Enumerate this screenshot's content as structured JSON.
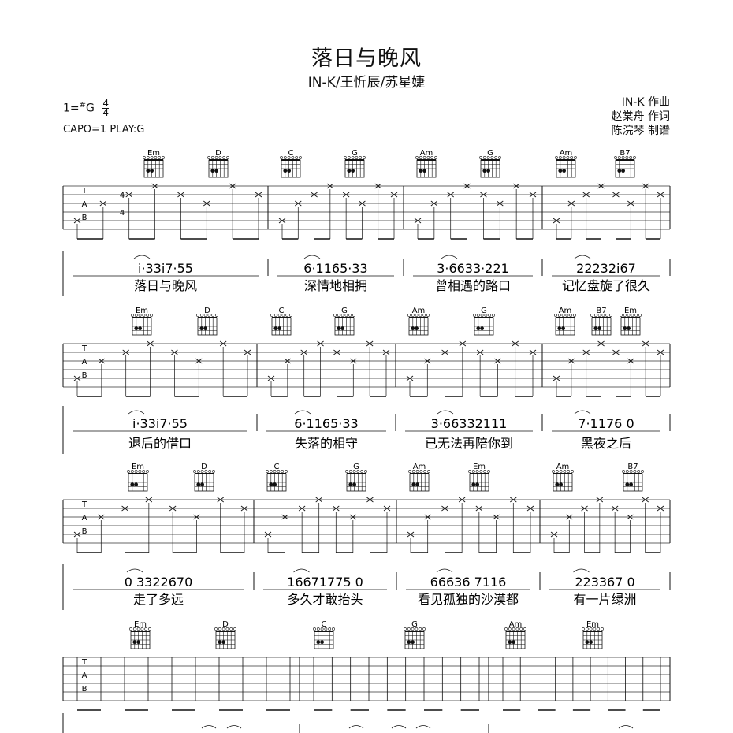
{
  "header": {
    "title": "落日与晚风",
    "artists": "IN-K/王忻辰/苏星婕",
    "key_prefix": "1=",
    "key_sharp": "#",
    "key_note": "G",
    "time_top": "4",
    "time_bottom": "4",
    "capo": "CAPO=1 PLAY:G",
    "credits": [
      "IN-K 作曲",
      "赵棠舟 作词",
      "陈浣琴 制谱"
    ]
  },
  "tab": {
    "string_labels": [
      "T",
      "A",
      "B"
    ],
    "time_signature": [
      "4",
      "4"
    ]
  },
  "systems": [
    {
      "chords": [
        "Em",
        "D",
        "C",
        "G",
        "Am",
        "G",
        "Am",
        "B7"
      ],
      "measures": [
        {
          "notation": "i·33i7·55",
          "lyrics": "落日与晚风"
        },
        {
          "notation": "6·1165·33",
          "lyrics": "深情地相拥"
        },
        {
          "notation": "3·6633·221",
          "lyrics": "曾相遇的路口"
        },
        {
          "notation": "22232i67",
          "lyrics": "记忆盘旋了很久"
        }
      ]
    },
    {
      "chords": [
        "Em",
        "D",
        "C",
        "G",
        "Am",
        "G",
        "Am",
        "B7",
        "Em"
      ],
      "measures": [
        {
          "notation": "i·33i7·55",
          "lyrics": "退后的借口"
        },
        {
          "notation": "6·1165·33",
          "lyrics": "失落的相守"
        },
        {
          "notation": "3·66332111",
          "lyrics": "已无法再陪你到"
        },
        {
          "notation": "7·1176 0",
          "lyrics": "黑夜之后"
        }
      ]
    },
    {
      "chords": [
        "Em",
        "D",
        "C",
        "G",
        "Am",
        "Em",
        "Am",
        "B7"
      ],
      "measures": [
        {
          "notation": "0 3322670",
          "lyrics": "走了多远"
        },
        {
          "notation": "16671775 0",
          "lyrics": "多久才敢抬头"
        },
        {
          "notation": "66636 7116",
          "lyrics": "看见孤独的沙漠都"
        },
        {
          "notation": "223367 0",
          "lyrics": "有一片绿洲"
        }
      ]
    },
    {
      "chords": [
        "Em",
        "D",
        "C",
        "G",
        "Am",
        "Em"
      ],
      "measures": [
        {},
        {},
        {},
        {}
      ]
    }
  ]
}
